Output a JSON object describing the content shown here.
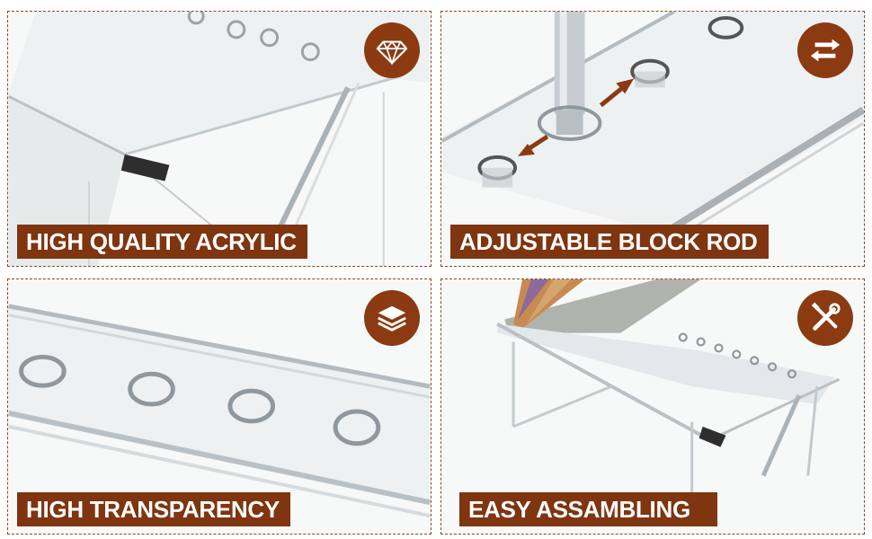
{
  "panels": [
    {
      "label": "HIGH QUALITY ACRYLIC",
      "icon": "diamond-icon"
    },
    {
      "label": "ADJUSTABLE BLOCK ROD",
      "icon": "swap-arrows-icon"
    },
    {
      "label": "HIGH TRANSPARENCY",
      "icon": "layers-icon"
    },
    {
      "label": "EASY ASSAMBLING",
      "icon": "tools-icon"
    }
  ],
  "colors": {
    "accent": "#7e3510",
    "badge": "#8b3a12",
    "border": "#8a4a2a"
  }
}
